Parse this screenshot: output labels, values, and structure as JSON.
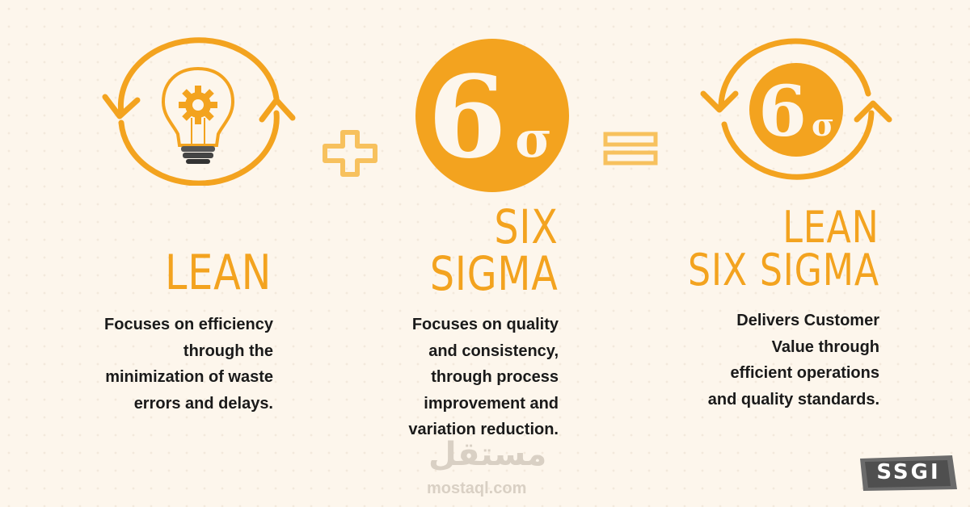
{
  "colors": {
    "accent": "#f3a31f",
    "background": "#fdf6ec",
    "text": "#1a1a1a"
  },
  "lean": {
    "icon": "lightbulb-gear-icon",
    "title": "LEAN",
    "description": [
      "Focuses on efficiency",
      "through the",
      "minimization of waste",
      "errors and delays."
    ]
  },
  "operator_plus": "plus-icon",
  "six_sigma": {
    "icon": "six-sigma-circle-icon",
    "symbol_digit": "6",
    "symbol_sigma": "σ",
    "title_line1": "SIX",
    "title_line2": "SIGMA",
    "description": [
      "Focuses on quality",
      "and consistency,",
      "through process",
      "improvement and",
      "variation reduction."
    ]
  },
  "operator_equals": "equals-icon",
  "lean_six_sigma": {
    "icon": "six-sigma-cycle-icon",
    "title_line1": "LEAN",
    "title_line2": "SIX SIGMA",
    "description": [
      "Delivers Customer",
      "Value through",
      "efficient operations",
      "and quality standards."
    ]
  },
  "watermark": {
    "arabic": "مستقل",
    "site": "mostaql.com"
  },
  "logo": {
    "text": "SSGI"
  }
}
